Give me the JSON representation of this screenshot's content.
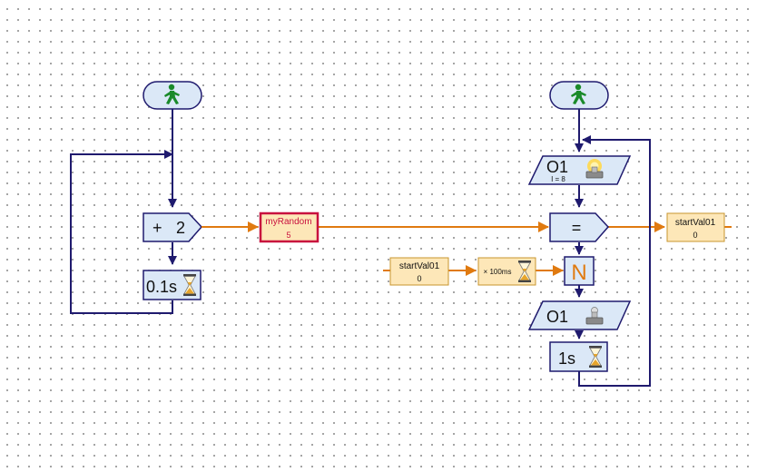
{
  "colors": {
    "control_flow": "#1f1a6e",
    "data_flow": "#e07a10",
    "block_fill": "#dbe8f7",
    "block_stroke": "#1f1a6e",
    "var_fill": "#fde7b8",
    "var_stroke": "#c8952e",
    "highlight": "#c8103e"
  },
  "program_left": {
    "start_icon": "green-walking-man-icon",
    "operator_block": {
      "op": "+",
      "value": "2"
    },
    "wait_block": {
      "label": "0.1s",
      "icon": "hourglass-icon"
    }
  },
  "shared_variable": {
    "name": "myRandom",
    "value": "5"
  },
  "program_right": {
    "start_icon": "green-walking-man-icon",
    "output_on": {
      "label": "O1",
      "sub": "I = 8",
      "icon": "lamp-on-icon"
    },
    "compare_block": {
      "symbol": "="
    },
    "output_var": {
      "name": "startVal01",
      "value": "0"
    },
    "input_var": {
      "name": "startVal01",
      "value": "0"
    },
    "delay_block": {
      "label": "× 100ms",
      "icon": "hourglass-icon"
    },
    "wait_n_block": {
      "letter": "N"
    },
    "output_off": {
      "label": "O1",
      "icon": "lamp-off-icon"
    },
    "wait_block": {
      "label": "1s",
      "icon": "hourglass-icon"
    }
  }
}
